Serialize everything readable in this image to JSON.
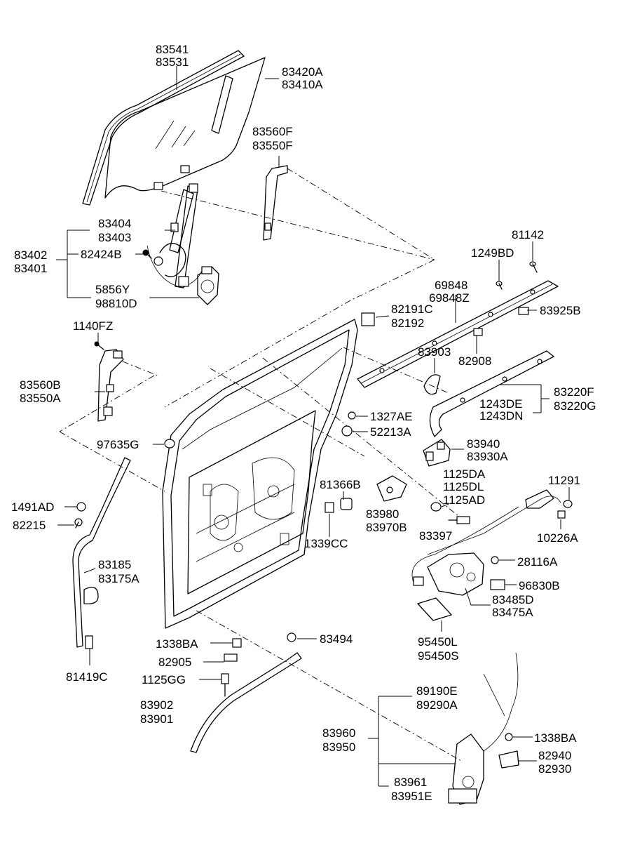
{
  "labels": {
    "window_run_1": "83541",
    "window_run_2": "83531",
    "glass_1": "83420A",
    "glass_2": "83410A",
    "front_channel_1": "83560F",
    "front_channel_2": "83550F",
    "regulator_arm_1": "83404",
    "regulator_arm_2": "83403",
    "regulator_1": "83402",
    "regulator_2": "83401",
    "screw_82424b": "82424B",
    "motor_1": "5856Y",
    "motor_2": "98810D",
    "bolt_81142": "81142",
    "bolt_1249bd": "1249BD",
    "rail_1": "69848",
    "rail_2": "69848Z",
    "cover_1": "82191C",
    "cover_2": "82192",
    "bracket_83925b": "83925B",
    "guide_83903": "83903",
    "clip_82908": "82908",
    "bolt_1140fz": "1140FZ",
    "rear_channel_1": "83560B",
    "rear_channel_2": "83550A",
    "lower_rail_1": "83220F",
    "lower_rail_2": "83220G",
    "bolt_1243de": "1243DE",
    "bolt_1243dn": "1243DN",
    "nut_1327ae": "1327AE",
    "stopper_52213a": "52213A",
    "plug_97635g": "97635G",
    "roller_1": "83940",
    "roller_2": "83930A",
    "bolt_1": "1125DA",
    "bolt_2": "1125DL",
    "bolt_3": "1125AD",
    "bolt_11291": "11291",
    "bumper_81366b": "81366B",
    "striker_1": "83980",
    "striker_2": "83970B",
    "washer_83397": "83397",
    "bolt_10226a": "10226A",
    "clip_1491ad": "1491AD",
    "clip_82215": "82215",
    "bumper_1339cc": "1339CC",
    "nut_28116a": "28116A",
    "weatherstrip_1": "83185",
    "weatherstrip_2": "83175A",
    "switch_96830b": "96830B",
    "latch_1": "83485D",
    "latch_2": "83475A",
    "pad_81419c": "81419C",
    "nut_1338ba_top": "1338BA",
    "plug_83494": "83494",
    "handle_1": "95450L",
    "handle_2": "95450S",
    "clip_82905": "82905",
    "bolt_1125gg": "1125GG",
    "cable_1": "89190E",
    "cable_2": "89290A",
    "lower_guide_1": "83902",
    "lower_guide_2": "83901",
    "lower_latch_1": "83960",
    "lower_latch_2": "83950",
    "nut_1338ba_bottom": "1338BA",
    "cover_lower_1": "82940",
    "cover_lower_2": "82930",
    "latch_assy_1": "83961",
    "latch_assy_2": "83951E"
  }
}
